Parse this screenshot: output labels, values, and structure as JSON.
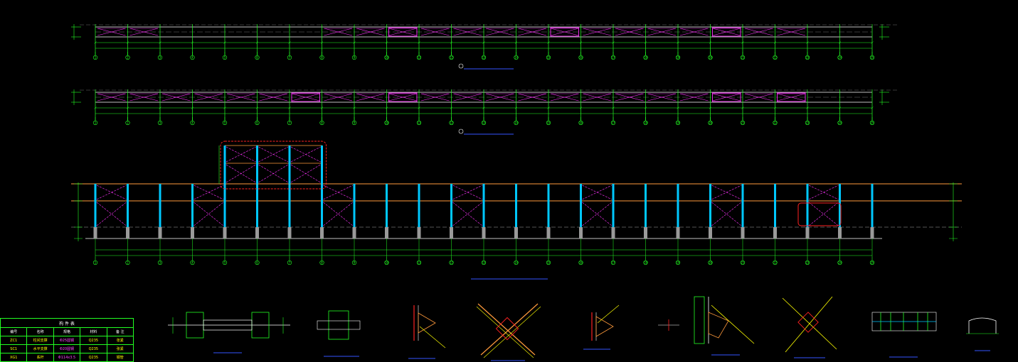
{
  "colors": {
    "background": "#000000",
    "grid": "#22ff22",
    "column": "#00c8ff",
    "bracing": "#ff33ff",
    "beam": "#ff9a3c",
    "highlight": "#ff2222",
    "note": "#ffff00",
    "pedestal": "#9a9a9a",
    "label": "#3355ff"
  },
  "bay_count": 24,
  "axis_labels": [
    "1",
    "2",
    "3",
    "4",
    "5",
    "6",
    "7",
    "8",
    "9",
    "10",
    "11",
    "12",
    "13",
    "14",
    "15",
    "16",
    "17",
    "18",
    "19",
    "20",
    "21",
    "22",
    "23",
    "24",
    "25"
  ],
  "plan_a": {
    "braced_bays": [
      0,
      1,
      7,
      8,
      9,
      10,
      11,
      12,
      13,
      14,
      15,
      16,
      17,
      18,
      19,
      20,
      21
    ],
    "highlight_bays": [
      9,
      14,
      19,
      22
    ]
  },
  "plan_b": {
    "braced_bays": [
      0,
      1,
      2,
      3,
      4,
      5,
      6,
      7,
      8,
      9,
      10,
      11,
      12,
      13,
      14,
      15,
      16,
      17,
      18,
      19,
      20,
      21
    ],
    "highlight_bays": [
      6,
      9,
      19,
      21
    ]
  },
  "elevation": {
    "braced_bays": [
      0,
      3,
      7,
      11,
      15,
      19,
      22
    ],
    "upper_braced_bays": [
      4,
      5,
      6
    ]
  },
  "member_table": {
    "title": "构 件 表",
    "rows": [
      [
        "编号",
        "名称",
        "规格",
        "材料",
        "备 注"
      ],
      [
        "ZC1",
        "柱间支撑",
        "Φ25圆钢",
        "Q235",
        "张紧"
      ],
      [
        "SC1",
        "水平支撑",
        "Φ20圆钢",
        "Q235",
        "张紧"
      ],
      [
        "XG1",
        "系杆",
        "Φ114x3.5",
        "Q235",
        "钢管"
      ]
    ]
  }
}
